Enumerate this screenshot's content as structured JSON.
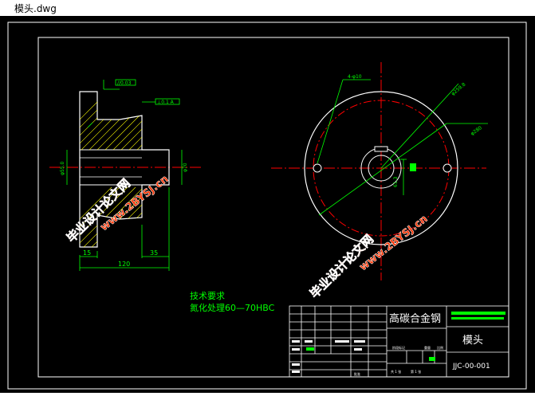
{
  "window": {
    "title": "模头.dwg"
  },
  "drawing": {
    "callouts": {
      "flatness": "//0.03",
      "perpendicular": "⊥0.1 A",
      "dia_bore_left": "φ55.0",
      "dia_bore_right": "φ70",
      "dim_15": "15",
      "dim_35": "35",
      "dim_120": "120",
      "hole_dia": "4-φ10",
      "pcd": "φ259.8",
      "dia_outer": "φ280",
      "keyway": "61.3"
    },
    "notes": {
      "heading": "技术要求",
      "line1": "氮化处理60—70HBC"
    },
    "title_block": {
      "material": "高碳合金钢",
      "part_name": "模头",
      "drawing_no": "JJC-00-001",
      "small_1": "阶段标记",
      "small_2": "重量",
      "small_3": "比例",
      "small_4": "共 1 张",
      "small_5": "第 1 张",
      "small_6": "批准"
    },
    "watermark": {
      "text_a": "毕业设计论文网",
      "url": "www.2BYSJ.cn"
    },
    "colors": {
      "line": "#ffffff",
      "dimension": "#00ff00",
      "center": "#ff0000",
      "hatch": "#ffff00",
      "watermark": "#ff3300"
    }
  }
}
